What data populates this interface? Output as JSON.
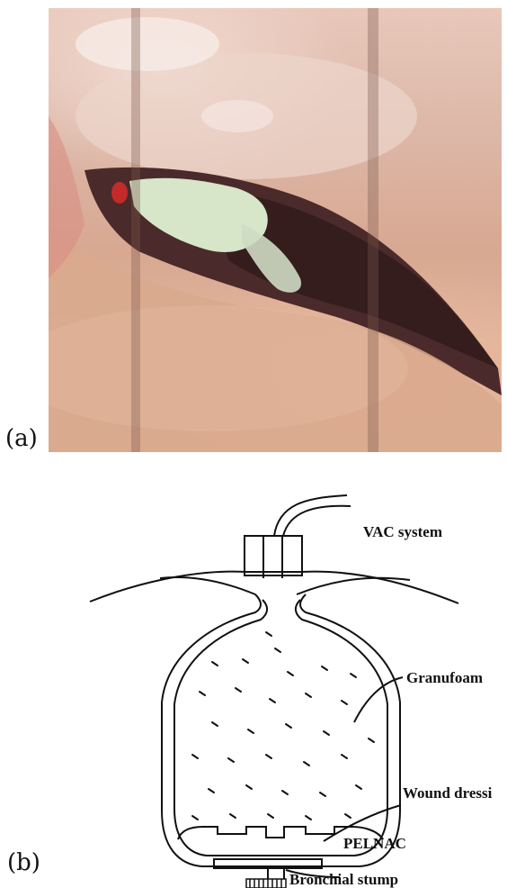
{
  "panels": {
    "a": {
      "label": "(a)"
    },
    "b": {
      "label": "(b)"
    }
  },
  "diagram": {
    "labels": {
      "vac": "VAC system",
      "granufoam": "Granufoam",
      "wound": "Wound dressi",
      "pelnac": "PELNAC",
      "bronchial": "Bronchial stump"
    }
  }
}
